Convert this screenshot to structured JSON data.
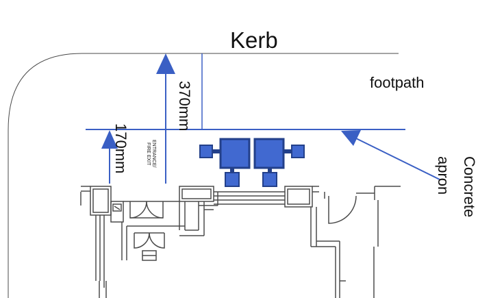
{
  "labels": {
    "kerb": "Kerb",
    "footpath": "footpath",
    "dim_370": "370mm",
    "dim_170": "170mm",
    "concrete": "Concrete",
    "apron": "apron",
    "entrance_line1": "ENTRANCE/",
    "entrance_line2": "FIRE EXIT"
  },
  "colors": {
    "accent": "#3a5fc4",
    "accent_dark": "#23408a",
    "unit_fill": "#4169d0",
    "plan_line": "#4a4a4a",
    "text": "#111111"
  }
}
